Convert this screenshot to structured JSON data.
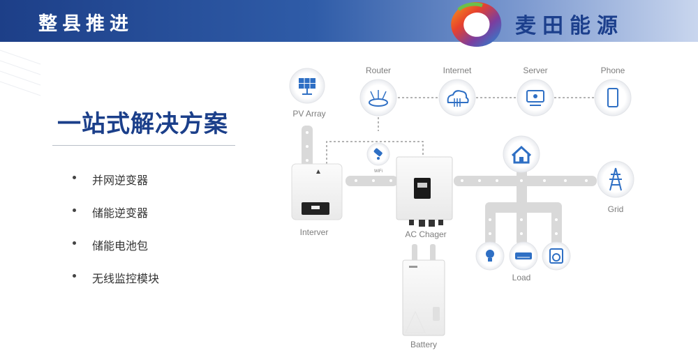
{
  "header": {
    "title": "整县推进",
    "brand": "麦田能源"
  },
  "main": {
    "title": "一站式解决方案",
    "bullets": [
      "并网逆变器",
      "储能逆变器",
      "储能电池包",
      "无线监控模块"
    ]
  },
  "diagram": {
    "labels": {
      "router": "Router",
      "internet": "Internet",
      "server": "Server",
      "phone": "Phone",
      "pv_array": "PV Array",
      "wifi": "WiFi",
      "interver": "Interver",
      "ac_charger": "AC Chager",
      "grid": "Grid",
      "load": "Load",
      "battery": "Battery"
    }
  },
  "colors": {
    "navy": "#1b3f8a",
    "icon_blue": "#2e6fc4",
    "bus_grey": "#d8d8d8"
  }
}
